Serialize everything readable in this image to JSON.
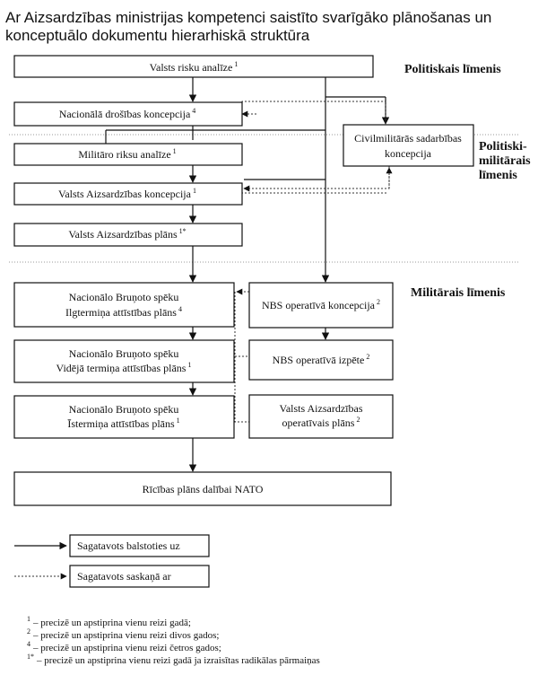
{
  "title": {
    "line1": "Ar Aizsardzības ministrijas kompetenci saistīto svarīgāko plānošanas un",
    "line2": "konceptuālo dokumentu hierarhiskā struktūra"
  },
  "levels": {
    "political": "Politiskais līmenis",
    "polmil_1": "Politiski-",
    "polmil_2": "militārais",
    "polmil_3": "līmenis",
    "military": "Militārais līmenis"
  },
  "boxes": {
    "risk_analysis": {
      "text": "Valsts risku analīze",
      "sup": "1"
    },
    "nat_security": {
      "text": "Nacionālā drošības koncepcija",
      "sup": "4"
    },
    "civ_mil_1": "Civilmilitārās sadarbības",
    "civ_mil_2": "koncepcija",
    "mil_risk": {
      "text": "Militāro riksu analīze",
      "sup": "1"
    },
    "defence_concept": {
      "text": "Valsts Aizsardzības koncepcija",
      "sup": "1"
    },
    "defence_plan": {
      "text": "Valsts Aizsardzības plāns",
      "sup": "1*"
    },
    "longterm_1": "Nacionālo Bruņoto spēku",
    "longterm_2": "Ilgtermiņa attīstības plāns",
    "longterm_sup": "4",
    "midterm_1": "Nacionālo Bruņoto spēku",
    "midterm_2": "Vidējā termiņa attīstības plāns",
    "midterm_sup": "1",
    "shortterm_1": "Nacionālo Bruņoto spēku",
    "shortterm_2": "Īstermiņa attīstības plāns",
    "shortterm_sup": "1",
    "nbs_concept": {
      "text": "NBS operatīvā koncepcija",
      "sup": "2"
    },
    "nbs_study": {
      "text": "NBS operatīvā izpēte",
      "sup": "2"
    },
    "op_plan_1": "Valsts Aizsardzības",
    "op_plan_2": "operatīvais plāns",
    "op_plan_sup": "2",
    "nato_plan": "Rīcības plāns dalībai NATO"
  },
  "legend": {
    "solid": "Sagatavots balstoties uz",
    "dotted": "Sagatavots saskaņā ar"
  },
  "footnotes": [
    {
      "mark": "1",
      "text": "– precizē un apstiprina vienu reizi gadā;"
    },
    {
      "mark": "2",
      "text": "– precizē un apstiprina vienu reizi divos gados;"
    },
    {
      "mark": "4",
      "text": "– precizē un apstiprina vienu reizi četros gados;"
    },
    {
      "mark": "1*",
      "text": "– precizē un apstiprina vienu reizi gadā ja izraisītas radikālas pārmaiņas"
    }
  ]
}
